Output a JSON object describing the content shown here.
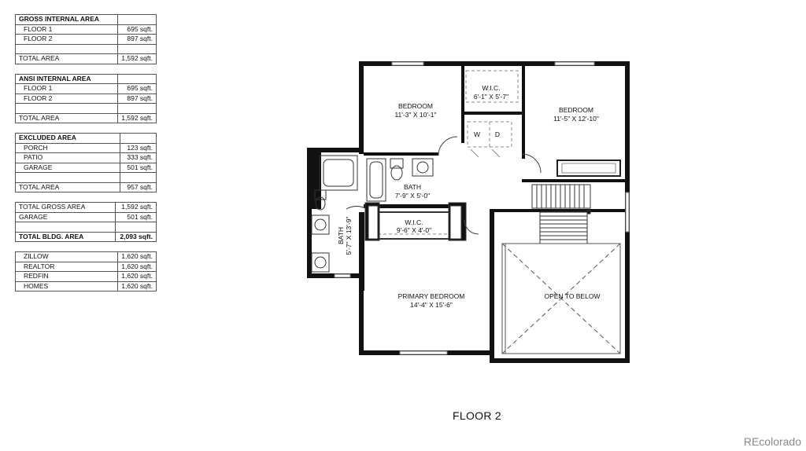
{
  "area_tables": [
    {
      "rows": [
        {
          "kind": "head",
          "label": "GROSS INTERNAL AREA",
          "value": ""
        },
        {
          "kind": "item",
          "label": "FLOOR 1",
          "value": "695 sqft."
        },
        {
          "kind": "item",
          "label": "FLOOR 2",
          "value": "897 sqft."
        },
        {
          "kind": "blank",
          "label": "",
          "value": ""
        },
        {
          "kind": "total",
          "label": "TOTAL AREA",
          "value": "1,592 sqft."
        }
      ]
    },
    {
      "rows": [
        {
          "kind": "head",
          "label": "ANSI INTERNAL AREA",
          "value": ""
        },
        {
          "kind": "item",
          "label": "FLOOR 1",
          "value": "695 sqft."
        },
        {
          "kind": "item",
          "label": "FLOOR 2",
          "value": "897 sqft."
        },
        {
          "kind": "blank",
          "label": "",
          "value": ""
        },
        {
          "kind": "total",
          "label": "TOTAL AREA",
          "value": "1,592 sqft."
        }
      ]
    },
    {
      "rows": [
        {
          "kind": "head",
          "label": "EXCLUDED AREA",
          "value": ""
        },
        {
          "kind": "item",
          "label": "PORCH",
          "value": "123 sqft."
        },
        {
          "kind": "item",
          "label": "PATIO",
          "value": "333 sqft."
        },
        {
          "kind": "item",
          "label": "GARAGE",
          "value": "501 sqft."
        },
        {
          "kind": "blank",
          "label": "",
          "value": ""
        },
        {
          "kind": "total",
          "label": "TOTAL AREA",
          "value": "957 sqft."
        }
      ]
    },
    {
      "rows": [
        {
          "kind": "total",
          "label": "TOTAL GROSS AREA",
          "value": "1,592 sqft."
        },
        {
          "kind": "total",
          "label": "GARAGE",
          "value": "501 sqft."
        },
        {
          "kind": "blank",
          "label": "",
          "value": ""
        },
        {
          "kind": "bold",
          "label": "TOTAL BLDG. AREA",
          "value": "2,093 sqft."
        }
      ]
    },
    {
      "rows": [
        {
          "kind": "item",
          "label": "ZILLOW",
          "value": "1,620 sqft."
        },
        {
          "kind": "item",
          "label": "REALTOR",
          "value": "1,620 sqft."
        },
        {
          "kind": "item",
          "label": "REDFIN",
          "value": "1,620 sqft."
        },
        {
          "kind": "item",
          "label": "HOMES",
          "value": "1,620 sqft."
        }
      ]
    }
  ],
  "rooms": {
    "bedroom_left": {
      "name": "BEDROOM",
      "dims": "11'-3\" X 10'-1\""
    },
    "wic_top": {
      "name": "W.I.C.",
      "dims": "6'-1\" X 5'-7\""
    },
    "bedroom_right": {
      "name": "BEDROOM",
      "dims": "11'-5\" X 12'-10\""
    },
    "laundry_w": {
      "name": "W"
    },
    "laundry_d": {
      "name": "D"
    },
    "bath_center": {
      "name": "BATH",
      "dims": "7'-9\" X 5'-0\""
    },
    "wic_primary": {
      "name": "W.I.C.",
      "dims": "9'-6\" X 4'-0\""
    },
    "bath_primary": {
      "name": "BATH",
      "dims": "5'-7\" X 13'-9\""
    },
    "primary_bedroom": {
      "name": "PRIMARY BEDROOM",
      "dims": "14'-4\" X 15'-6\""
    },
    "open_to_below": {
      "name": "OPEN TO BELOW"
    }
  },
  "floor_label": "FLOOR 2",
  "watermark": "REcolorado"
}
